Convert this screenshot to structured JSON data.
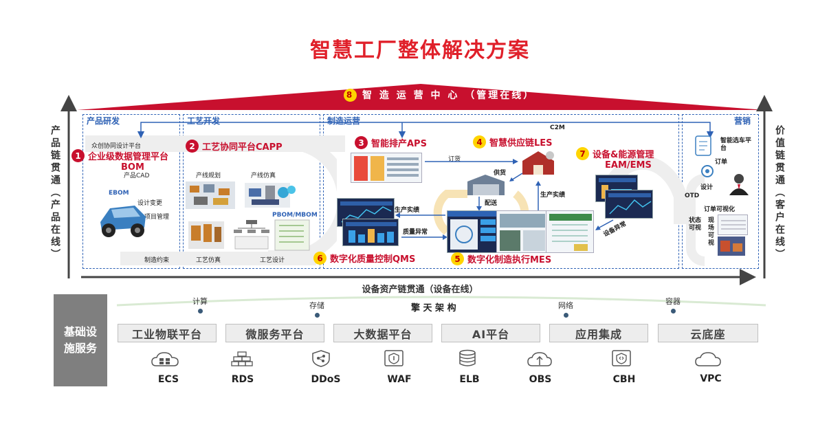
{
  "title": "智慧工厂整体解决方案",
  "roof": {
    "number": "8",
    "label": "智 造 运 营 中 心 （管理在线）"
  },
  "axes": {
    "left": "产品链贯通（产品在线）",
    "right": "价值链贯通（客户在线）",
    "bottom": "设备资产链贯通（设备在线）"
  },
  "sections": {
    "rd": "产品研发",
    "process": "工艺开发",
    "ops": "制造运营",
    "sales": "营销"
  },
  "flow": {
    "c2m": "C2M"
  },
  "platforms": [
    {
      "number": "1",
      "label": "企业级数据管理平台"
    },
    {
      "number": "2",
      "label": "工艺协同平台CAPP"
    },
    {
      "number": "3",
      "label": "智能排产APS"
    },
    {
      "number": "4",
      "label": "智慧供应链LES"
    },
    {
      "number": "5",
      "label": "数字化制造执行MES"
    },
    {
      "number": "6",
      "label": "数字化质量控制QMS"
    },
    {
      "number": "7",
      "label": "设备&能源管理"
    }
  ],
  "platform7_sub": "EAM/EMS",
  "rd_labels": {
    "collab": "众创协同设计平台",
    "bom": "BOM",
    "cad": "产品CAD",
    "ebom": "EBOM",
    "design_change": "设计变更",
    "project_mgmt": "项目管理",
    "mfg_constraint": "制造约束"
  },
  "process_labels": {
    "line_plan": "产线规划",
    "line_sim": "产线仿真",
    "pbom": "PBOM/MBOM",
    "proc_sim": "工艺仿真",
    "proc_design": "工艺设计"
  },
  "ops_labels": {
    "order": "订货",
    "supply": "供货",
    "delivery": "配送",
    "prod_report1": "生产实绩",
    "prod_report2": "生产实绩",
    "quality_issue": "质量异常",
    "equip_issue": "设备异常"
  },
  "sales_labels": {
    "smart_car": "智能选车平台",
    "order": "订单",
    "design": "设计",
    "otd": "OTD",
    "order_vis": "订单可视化",
    "status_vis": "状态可视",
    "site_vis": "现场可视"
  },
  "infra": {
    "title": "基础设施服务",
    "top_items": [
      "计算",
      "存储",
      "擎 天 架 构",
      "网络",
      "容器"
    ],
    "platforms": [
      "工业物联平台",
      "微服务平台",
      "大数据平台",
      "AI平台",
      "应用集成",
      "云底座"
    ],
    "services": [
      {
        "name": "ECS",
        "icon": "cloud-server-icon"
      },
      {
        "name": "RDS",
        "icon": "database-bricks-icon"
      },
      {
        "name": "DDoS",
        "icon": "ddos-shield-icon"
      },
      {
        "name": "WAF",
        "icon": "firewall-icon"
      },
      {
        "name": "ELB",
        "icon": "load-balancer-icon"
      },
      {
        "name": "OBS",
        "icon": "object-storage-icon"
      },
      {
        "name": "CBH",
        "icon": "bastion-host-icon"
      },
      {
        "name": "VPC",
        "icon": "vpc-cloud-icon"
      }
    ]
  },
  "colors": {
    "accent_red": "#e0202a",
    "section_blue": "#2f62b5",
    "infra_gray": "#7f7f7f"
  }
}
